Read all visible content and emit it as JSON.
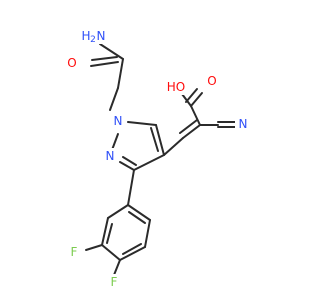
{
  "molecule": {
    "colors": {
      "bond": "#2b2b2b",
      "nitrogen": "#3050f8",
      "oxygen": "#ff0d0d",
      "fluorine": "#7ccc50",
      "hydrogen": "#2b2b2b"
    },
    "labels": {
      "amide_h2": "H",
      "amide_h2_sub": "2",
      "amide_n": "N",
      "amide_o": "O",
      "acid_o": "O",
      "acid_oh": "HO",
      "pyrazole_n1": "N",
      "pyrazole_n2": "N",
      "nitrile_n": "N",
      "fluoro_1": "F",
      "fluoro_2": "F"
    }
  }
}
